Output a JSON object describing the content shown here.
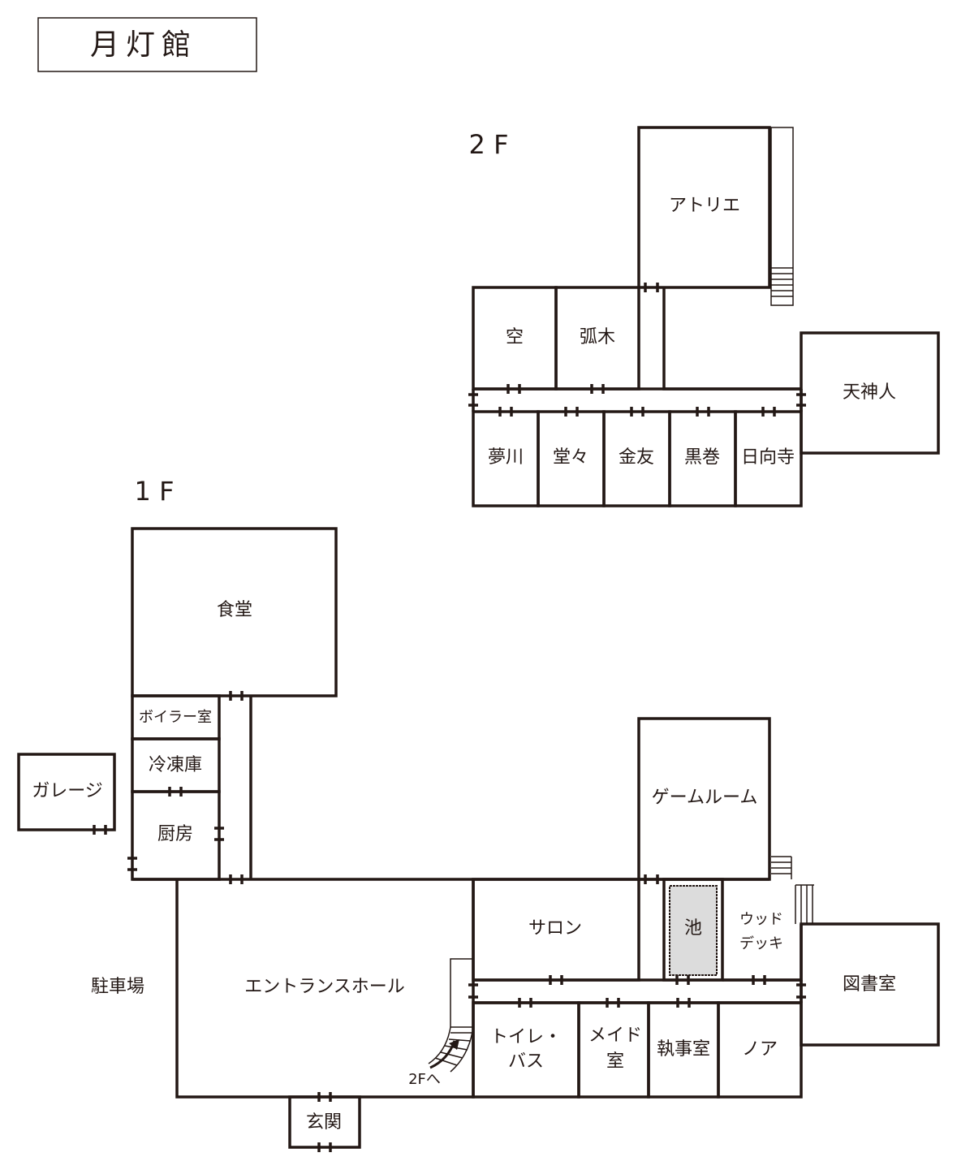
{
  "title": "月灯館",
  "floor2": {
    "label": "2 F",
    "rooms": [
      "アトリエ",
      "空",
      "弧木",
      "天神人",
      "夢川",
      "堂々",
      "金友",
      "黒巻",
      "日向寺"
    ]
  },
  "floor1": {
    "label": "1 F",
    "rooms": {
      "dining": "食堂",
      "boiler": "ボイラー室",
      "freezer": "冷凍庫",
      "kitchen": "厨房",
      "garage": "ガレージ",
      "parking": "駐車場",
      "entrance_hall": "エントランスホール",
      "entrance": "玄関",
      "game_room": "ゲームルーム",
      "salon": "サロン",
      "pond": "池",
      "wood_deck_1": "ウッド",
      "wood_deck_2": "デッキ",
      "library": "図書室",
      "toilet_1": "トイレ・",
      "toilet_2": "バス",
      "maid_1": "メイド",
      "maid_2": "室",
      "butler": "執事室",
      "noa": "ノア"
    },
    "stairs_label": "2Fへ"
  },
  "colors": {
    "wall": "#231815",
    "pond": "#dcdcdc"
  }
}
